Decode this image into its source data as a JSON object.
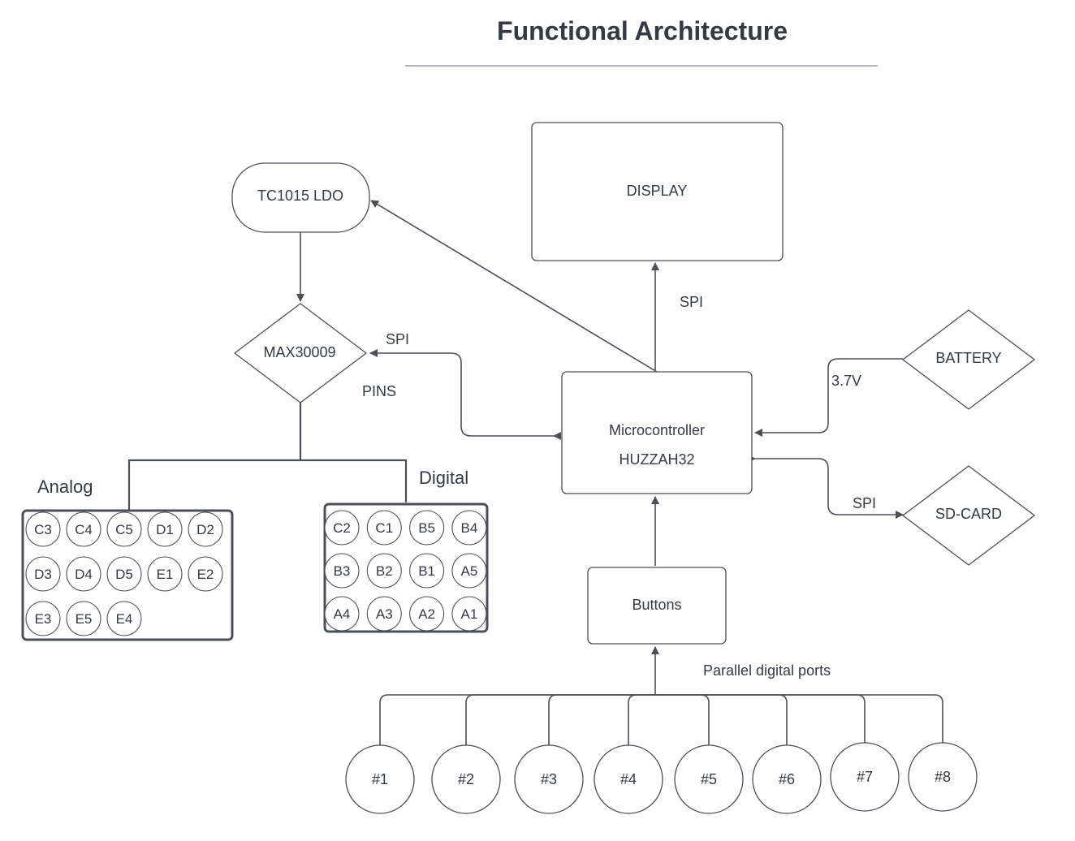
{
  "title": "Functional Architecture",
  "nodes": {
    "ldo": "TC1015  LDO",
    "display": "DISPLAY",
    "max": "MAX30009",
    "mcu_line1": "Microcontroller",
    "mcu_line2": "HUZZAH32",
    "battery": "BATTERY",
    "sdcard": "SD-CARD",
    "buttons": "Buttons"
  },
  "edge_labels": {
    "spi_display": "SPI",
    "spi_max": "SPI",
    "pins": "PINS",
    "voltage": "3.7V",
    "spi_sd": "SPI",
    "parallel": "Parallel digital ports"
  },
  "groups": {
    "analog": {
      "label": "Analog",
      "pins": [
        "C3",
        "C4",
        "C5",
        "D1",
        "D2",
        "D3",
        "D4",
        "D5",
        "E1",
        "E2",
        "E3",
        "E5",
        "E4"
      ]
    },
    "digital": {
      "label": "Digital",
      "pins": [
        "C2",
        "C1",
        "B5",
        "B4",
        "B3",
        "B2",
        "B1",
        "A5",
        "A4",
        "A3",
        "A2",
        "A1"
      ]
    }
  },
  "buttons_list": [
    "#1",
    "#2",
    "#3",
    "#4",
    "#5",
    "#6",
    "#7",
    "#8"
  ]
}
